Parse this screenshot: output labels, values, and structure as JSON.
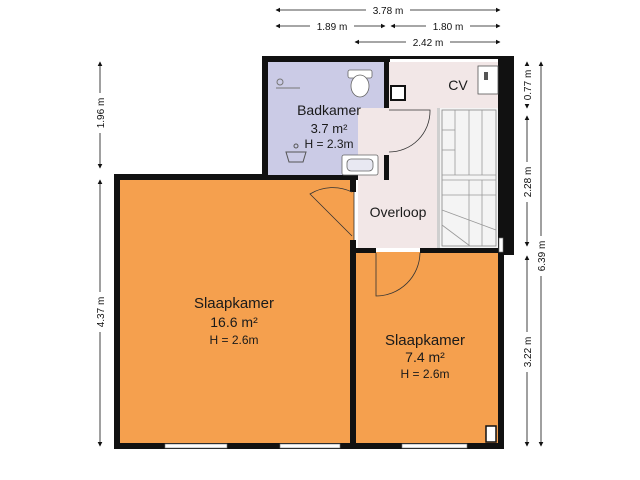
{
  "dimensions": {
    "top_total": "3.78 m",
    "top_left": "1.89 m",
    "top_right": "1.80 m",
    "top_sub": "2.42 m",
    "left_upper": "1.96 m",
    "left_lower": "4.37 m",
    "right_a": "0.77 m",
    "right_b": "2.28 m",
    "right_c": "3.22 m",
    "right_total": "6.39 m"
  },
  "rooms": {
    "badkamer": {
      "name": "Badkamer",
      "area": "3.7 m²",
      "height": "H = 2.3m"
    },
    "slaapkamer_large": {
      "name": "Slaapkamer",
      "area": "16.6 m²",
      "height": "H = 2.6m"
    },
    "slaapkamer_small": {
      "name": "Slaapkamer",
      "area": "7.4 m²",
      "height": "H = 2.6m"
    },
    "overloop": {
      "name": "Overloop"
    },
    "cv": {
      "name": "CV"
    }
  },
  "colors": {
    "bedroom": "#F5A04E",
    "bathroom": "#CBCBE6",
    "hallway": "#F2E7E7",
    "wall": "#111111"
  }
}
